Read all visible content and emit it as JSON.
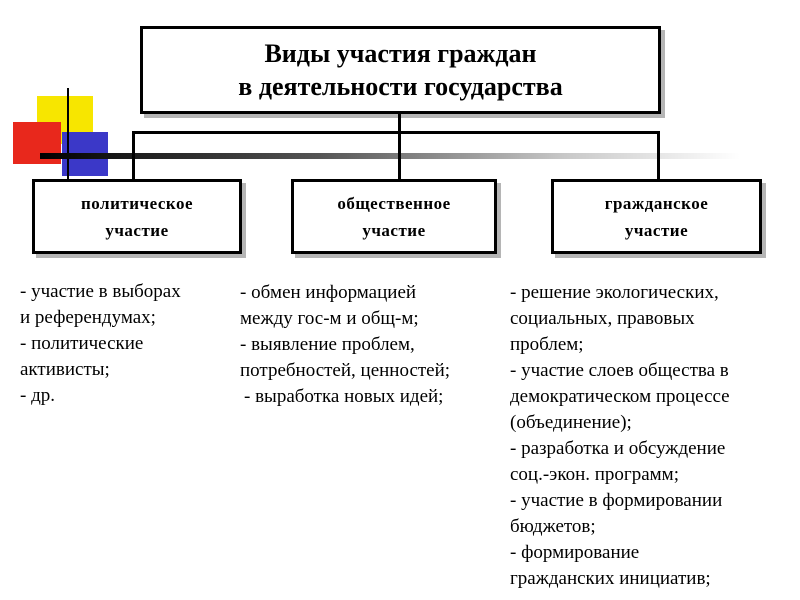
{
  "title": {
    "line1": "Виды участия граждан",
    "line2": "в деятельности государства"
  },
  "categories": [
    {
      "line1": "политическое",
      "line2": "участие",
      "items": [
        "- участие в выборах",
        "и референдумах;",
        "- политические",
        "активисты;",
        "- др."
      ]
    },
    {
      "line1": "общественное",
      "line2": "участие",
      "items": [
        "- обмен информацией",
        "между гос-м и общ-м;",
        "- выявление проблем,",
        "потребностей, ценностей;",
        " - выработка новых идей;"
      ]
    },
    {
      "line1": "гражданское",
      "line2": "участие",
      "items": [
        "- решение экологических,",
        "социальных, правовых",
        "проблем;",
        "- участие слоев общества в",
        "демократическом процессе",
        "(объединение);",
        "- разработка и обсуждение",
        "соц.-экон. программ;",
        "- участие в формировании",
        "бюджетов;",
        "- формирование",
        "гражданских инициатив;"
      ]
    }
  ],
  "decoration": {
    "colors": {
      "yellow": "#f7e600",
      "red": "#e8281c",
      "blue": "#3b38c8"
    }
  }
}
